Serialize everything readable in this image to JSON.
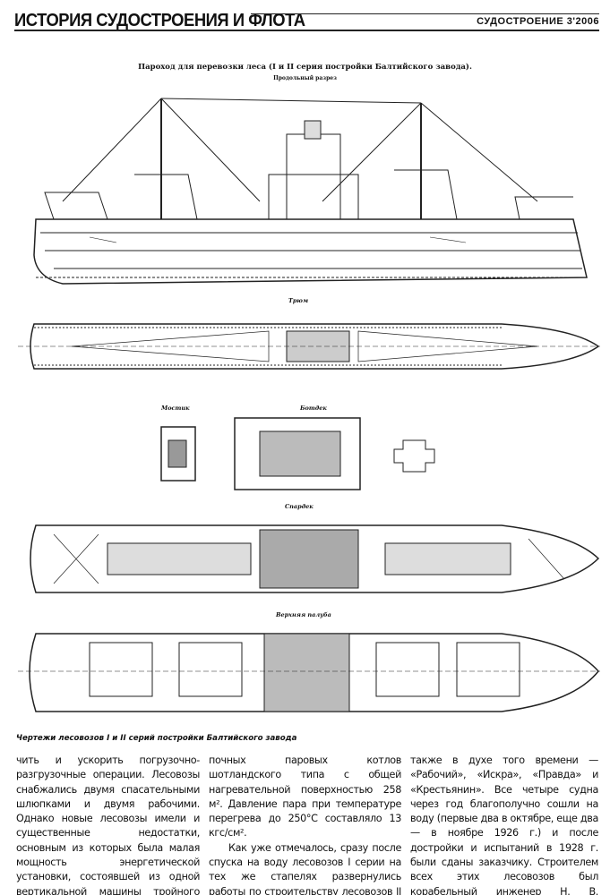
{
  "header": {
    "section": "ИСТОРИЯ СУДОСТРОЕНИЯ И ФЛОТА",
    "issue": "СУДОСТРОЕНИЕ 3'2006"
  },
  "figure": {
    "title": "Пароход для перевозки леса (I и II серия постройки Балтийского завода).",
    "views": {
      "profile": "Продольный разрез",
      "hold": "Трюм",
      "bridge": "Мостик",
      "boatdeck": "Ботдек",
      "spardeck": "Спардек",
      "upperdeck": "Верхняя палуба"
    },
    "caption": "Чертежи лесовозов I и II серий постройки Балтийского завода"
  },
  "article": {
    "col1": "чить и ускорить погрузочно-разгрузочные операции. Лесовозы снабжались двумя спасательными шлюпками и двумя рабочими. Однако новые лесовозы имели и существенные недостатки, основным из которых была малая мощность энергетической установки, состоявшей из одной вертикальной машины тройного расширения и двух оборотных двухто-",
    "col2a": "почных паровых котлов шотландского типа с общей нагревательной поверхностью 258 м². Давление пара при температуре перегрева до 250°С составляло 13 кгс/см².",
    "col2b": "Как уже отмечалось, сразу после спуска на воду лесовозов I серии на тех же стапелях развернулись работы по строительству лесовозов II серии, получивших наименования",
    "col3": "также в духе того времени — «Рабочий», «Искра», «Правда» и «Крестьянин». Все четыре судна через год благополучно сошли на воду (первые два в октябре, еще два — в ноябре 1926 г.) и после достройки и испытаний в 1928 г. были сданы заказчику. Строителем всех этих лесовозов был корабельный инженер Н. В. Григорьев."
  }
}
